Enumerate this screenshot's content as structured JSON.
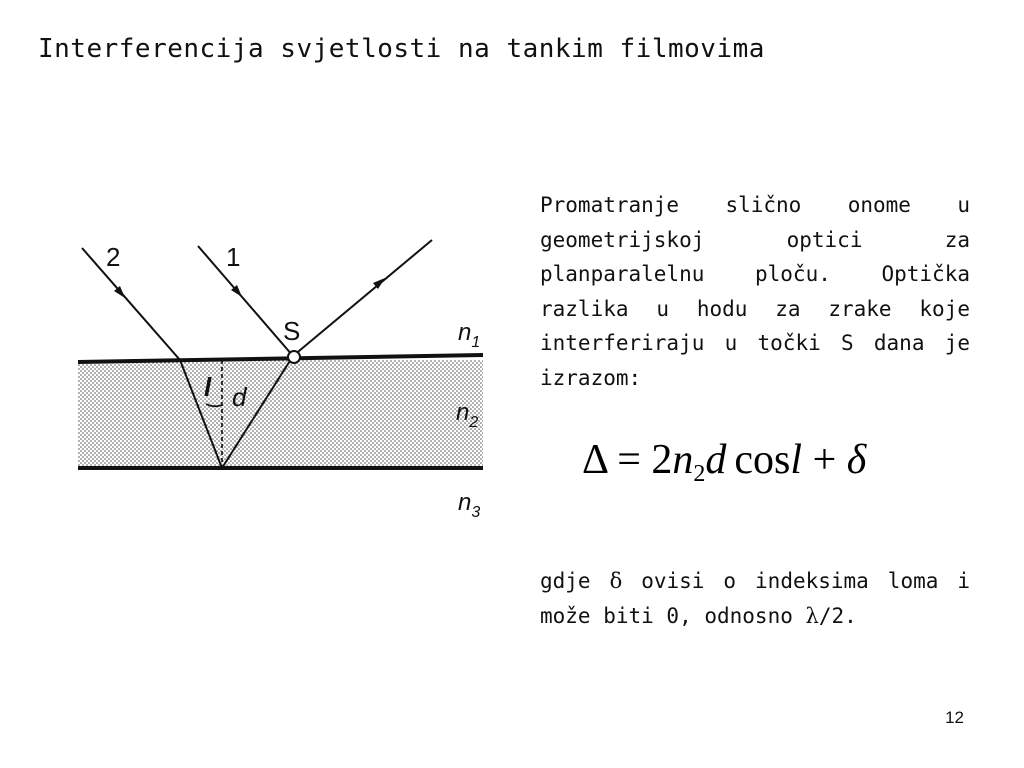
{
  "slide": {
    "title": "Interferencija svjetlosti na tankim filmovima",
    "page_number": "12"
  },
  "figure": {
    "ray_labels": [
      "2",
      "1"
    ],
    "point_label": "S",
    "angle_label": "l",
    "thickness_label": "d",
    "media": [
      {
        "n": "n",
        "sub": "1"
      },
      {
        "n": "n",
        "sub": "2"
      },
      {
        "n": "n",
        "sub": "3"
      }
    ]
  },
  "text": {
    "para1": "Promatranje slično onome u geometrijskoj optici za planparalelnu ploču. Optička razlika u hodu za zrake koje interferiraju u točki S dana je izrazom:",
    "formula": {
      "delta_cap": "Δ",
      "equals": "=",
      "coef": "2",
      "n": "n",
      "n_sub": "2",
      "d": "d",
      "cos": "cos",
      "l": "l",
      "plus": "+",
      "delta_small": "δ"
    },
    "para2_a": "gdje ",
    "para2_delta": "δ",
    "para2_b": " ovisi o indeksima loma i može biti 0, odnosno ",
    "para2_lambda": "λ",
    "para2_c": "/2."
  }
}
